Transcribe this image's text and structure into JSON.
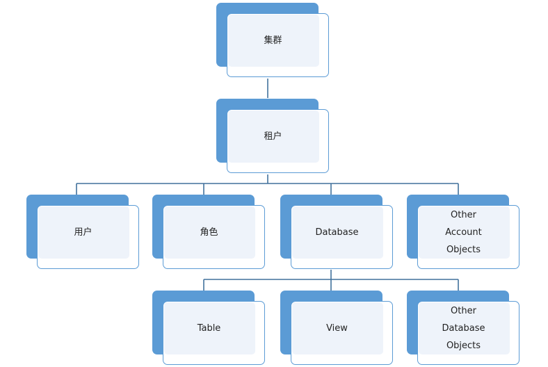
{
  "diagram": {
    "nodes": {
      "cluster": "集群",
      "tenant": "租户",
      "user": "用户",
      "role": "角色",
      "database": "Database",
      "other_account_objects": "Other\nAccount\nObjects",
      "table": "Table",
      "view": "View",
      "other_database_objects": "Other\nDatabase\nObjects"
    },
    "edges": [
      [
        "cluster",
        "tenant"
      ],
      [
        "tenant",
        "user"
      ],
      [
        "tenant",
        "role"
      ],
      [
        "tenant",
        "database"
      ],
      [
        "tenant",
        "other_account_objects"
      ],
      [
        "database",
        "table"
      ],
      [
        "database",
        "view"
      ],
      [
        "database",
        "other_database_objects"
      ]
    ],
    "colors": {
      "accent": "#5b9bd5",
      "fill": "#eef3fa",
      "connector": "#41719c"
    }
  }
}
